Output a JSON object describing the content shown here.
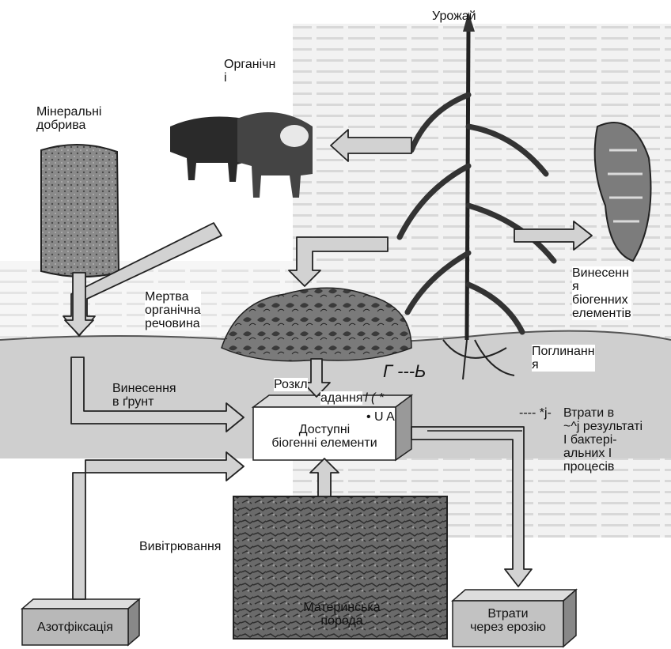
{
  "labels": {
    "harvest": "Урожай",
    "organic": "Органічн\nі",
    "mineral": "Мінеральні\nдобрива",
    "export": "Винесенн\nя\nбіогенних\nелементів",
    "dead_organic": "Мертва\nорганічна\nречовина",
    "uptake": "Поглинанн\nя",
    "leaching": "Винесення\nв ґрунт",
    "decomp_a": "Розкл",
    "decomp_b": "адання",
    "garbled_1": "Г ---Ь",
    "garbled_2": "l (     *",
    "garbled_3": "• U    A",
    "available": "Доступні\nбіогенні елементи",
    "bact_loss_prefix": "---- *j-",
    "bact_loss": "Втрати в\n~^j результаті\nІ  бактері-\nальних І\nпроцесів",
    "weathering": "Вивітрювання",
    "nitrogen": "Азотфіксація",
    "parent_rock": "Материнська\nпорода",
    "erosion": "Втрати\nчерез ерозію"
  },
  "colors": {
    "ink": "#111111",
    "arrow_fill": "#d2d2d2",
    "soil": "#c9c9c9",
    "rock": "#5a5a5a",
    "page_bg": "#efefef"
  }
}
